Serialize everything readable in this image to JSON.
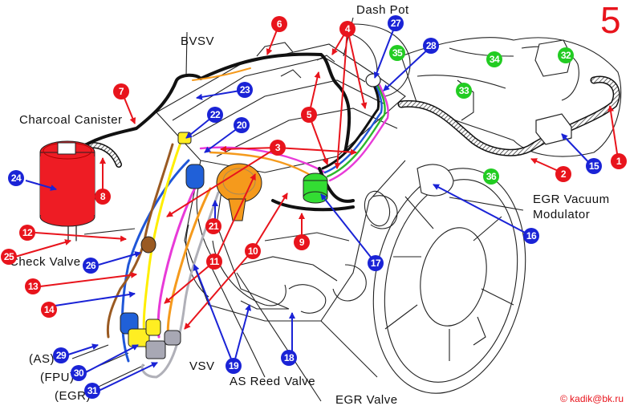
{
  "figure": {
    "page_number": "5",
    "copyright": "© kadik@bk.ru",
    "colors": {
      "red_marker": "#e8141c",
      "blue_marker": "#1a23d6",
      "green_marker": "#22cc22",
      "hose_black": "#111111",
      "hose_orange": "#f59a1c",
      "hose_magenta": "#e83ad8",
      "hose_blue": "#1f56d8",
      "hose_green": "#2cb82c",
      "hose_yellow": "#ffee00",
      "hose_brown": "#9a5a22",
      "hose_gray": "#b0b0b8",
      "part_orange": "#f59a1c",
      "part_green": "#33dd33",
      "part_red": "#ee1c24",
      "part_blue": "#2060d8",
      "part_yellow": "#ffee22",
      "part_gray": "#a8a8b4"
    }
  },
  "labels": {
    "dash_pot": "Dash Pot",
    "bvsv": "BVSV",
    "charcoal_canister": "Charcoal Canister",
    "check_valve": "Check Valve",
    "egr_vacuum_modulator_1": "EGR Vacuum",
    "egr_vacuum_modulator_2": "Modulator",
    "as": "(AS)",
    "fpu": "(FPU)",
    "egr": "(EGR)",
    "vsv": "VSV",
    "as_reed_valve": "AS Reed Valve",
    "egr_valve": "EGR Valve"
  },
  "markers": {
    "red": [
      {
        "id": "m1",
        "num": "1"
      },
      {
        "id": "m2",
        "num": "2"
      },
      {
        "id": "m3",
        "num": "3"
      },
      {
        "id": "m4",
        "num": "4"
      },
      {
        "id": "m5",
        "num": "5"
      },
      {
        "id": "m6",
        "num": "6"
      },
      {
        "id": "m7",
        "num": "7"
      },
      {
        "id": "m8",
        "num": "8"
      },
      {
        "id": "m9",
        "num": "9"
      },
      {
        "id": "m10",
        "num": "10"
      },
      {
        "id": "m11",
        "num": "11"
      },
      {
        "id": "m12",
        "num": "12"
      },
      {
        "id": "m13",
        "num": "13"
      },
      {
        "id": "m14",
        "num": "14"
      },
      {
        "id": "m21",
        "num": "21"
      },
      {
        "id": "m25",
        "num": "25"
      }
    ],
    "blue": [
      {
        "id": "m15",
        "num": "15"
      },
      {
        "id": "m16",
        "num": "16"
      },
      {
        "id": "m17",
        "num": "17"
      },
      {
        "id": "m18",
        "num": "18"
      },
      {
        "id": "m19",
        "num": "19"
      },
      {
        "id": "m20",
        "num": "20"
      },
      {
        "id": "m22",
        "num": "22"
      },
      {
        "id": "m23",
        "num": "23"
      },
      {
        "id": "m24",
        "num": "24"
      },
      {
        "id": "m26",
        "num": "26"
      },
      {
        "id": "m27",
        "num": "27"
      },
      {
        "id": "m28",
        "num": "28"
      },
      {
        "id": "m29",
        "num": "29"
      },
      {
        "id": "m30",
        "num": "30"
      },
      {
        "id": "m31",
        "num": "31"
      }
    ],
    "green": [
      {
        "id": "m32",
        "num": "32"
      },
      {
        "id": "m33",
        "num": "33"
      },
      {
        "id": "m34",
        "num": "34"
      },
      {
        "id": "m35",
        "num": "35"
      },
      {
        "id": "m36",
        "num": "36"
      }
    ]
  }
}
